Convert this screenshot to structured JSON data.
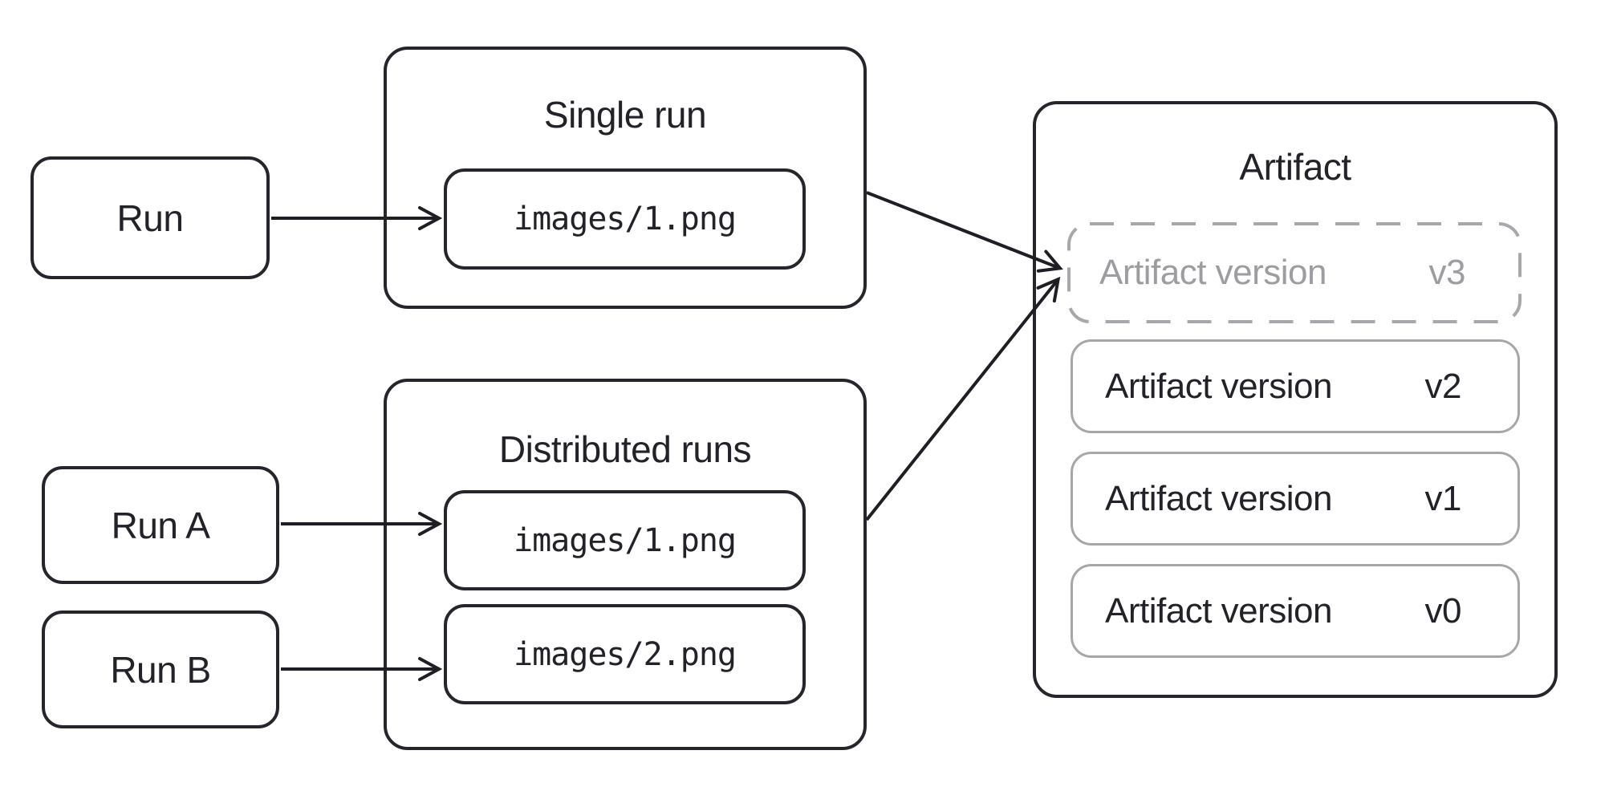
{
  "diagram": {
    "left_nodes": {
      "run": "Run",
      "run_a": "Run A",
      "run_b": "Run B"
    },
    "single_run": {
      "title": "Single run",
      "file": "images/1.png"
    },
    "distributed": {
      "title": "Distributed runs",
      "file_1": "images/1.png",
      "file_2": "images/2.png"
    },
    "artifact": {
      "title": "Artifact",
      "versions": [
        {
          "label": "Artifact version",
          "version": "v3",
          "state": "pending"
        },
        {
          "label": "Artifact version",
          "version": "v2",
          "state": "committed"
        },
        {
          "label": "Artifact version",
          "version": "v1",
          "state": "committed"
        },
        {
          "label": "Artifact version",
          "version": "v0",
          "state": "committed"
        }
      ]
    },
    "colors": {
      "ink": "#222228",
      "border_dark": "#25252b",
      "border_gray": "#a7a7ab",
      "text_gray": "#9c9ca1",
      "background": "#ffffff"
    }
  }
}
